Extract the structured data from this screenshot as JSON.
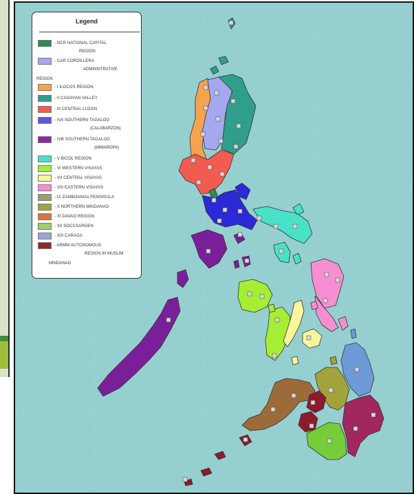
{
  "legend": {
    "title": "Legend",
    "items": [
      {
        "label": "- NCR NATIONAL CAPITAL",
        "cont": "REGION",
        "color": "#2e8b57"
      },
      {
        "label": "- CAR CORDILLERA",
        "cont": "ADMINISTRATIVE",
        "color": "#a5a8ee"
      },
      {
        "label": "- I ILOCOS REGION",
        "color": "#f5a34e"
      },
      {
        "label": "- II CAGAYAN VALLEY",
        "color": "#2f9e8c"
      },
      {
        "label": "- III CENTRAL LUZON",
        "color": "#f25b50"
      },
      {
        "label": "- IVA SOUTHERN TAGALOG",
        "cont": "(CALABARZON)",
        "color": "#5a58e8"
      },
      {
        "label": "- IVB SOUTHERN TAGALOG",
        "cont": "(MIMAROPA)",
        "color": "#8b2a9e"
      },
      {
        "label": "- V BICOL REGION",
        "color": "#48e2c9"
      },
      {
        "label": "- VI WESTERN VISAYAS",
        "color": "#a6ee34"
      },
      {
        "label": "- VII CENTRAL VISAYAS",
        "color": "#f9f59a"
      },
      {
        "label": "- VIII EASTERN VISAYAS",
        "color": "#f58fd2"
      },
      {
        "label": "- IX ZAMBOANGA PENINSULA",
        "color": "#9d9e73"
      },
      {
        "label": "- X NORTHERN MINDANAO",
        "color": "#a3a33c"
      },
      {
        "label": "- XI DAVAO REGION",
        "color": "#d9763a"
      },
      {
        "label": "- XII SOCCSARGEN",
        "color": "#9fce62"
      },
      {
        "label": "- XIII CARAGA",
        "color": "#9aa6d8"
      },
      {
        "label": "- ARMM AUTONOMOUS",
        "cont": "REGION IN MUSLIM",
        "color": "#8e2a2a"
      }
    ],
    "floating": {
      "region": "REGION",
      "mindanao": "MINDANAO"
    }
  },
  "map_colors": {
    "sea": "#96cfd0",
    "grid": "#d8ecec",
    "ilocos": "#f5a34e",
    "car": "#a5a8ee",
    "cagayan": "#2f9e8c",
    "central_luzon": "#f25b50",
    "ncr": "#2e8b57",
    "calabarzon": "#2a2ad8",
    "mimaropa": "#7a1f9a",
    "bicol": "#48e2c9",
    "western_visayas": "#a6ee34",
    "central_visayas": "#f9f59a",
    "eastern_visayas": "#f58fd2",
    "zamboanga": "#9d6b3a",
    "northern_mindanao": "#a3a33c",
    "davao": "#a0285e",
    "soccsksargen": "#77cc3a",
    "caraga": "#6f9ad8",
    "armm": "#8e1a2a"
  }
}
